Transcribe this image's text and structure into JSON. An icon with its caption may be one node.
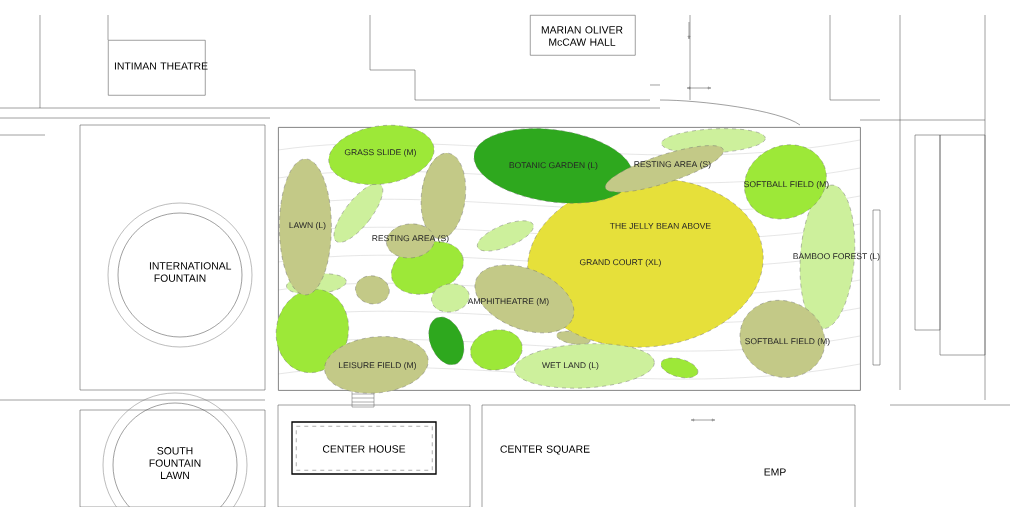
{
  "diagram": {
    "nodes": [
      {
        "text": [],
        "shape": "box"
      },
      {
        "text": [
          "GRASS SLIDE (M)"
        ],
        "in": 0
      },
      {
        "text": [
          "BOTANIC GARDEN (L)"
        ],
        "in": 0
      },
      {
        "text": [],
        "shape": "ellipse",
        "in": 0
      },
      {
        "text": [
          "RESTING AREA (S)"
        ],
        "in": 0
      },
      {
        "text": [
          "SOFTBALL FIELD (M)"
        ],
        "in": 0
      },
      {
        "text": [
          "LAWN (L)"
        ],
        "in": 0
      },
      {
        "text": [],
        "shape": "ellipse",
        "in": 0
      },
      {
        "text": [],
        "shape": "ellipse",
        "in": 0
      },
      {
        "text": [
          "RESTING AREA (S)"
        ],
        "in": 0
      },
      {
        "text": [
          "THE JELLY BEAN ABOVE",
          "GRAND COURT (XL)"
        ],
        "in": 0
      },
      {
        "text": [
          "BAMBOO FOREST (L)"
        ],
        "in": 0
      },
      {
        "text": [],
        "shape": "ellipse",
        "in": 0
      },
      {
        "text": [],
        "shape": "ellipse",
        "in": 0
      },
      {
        "text": [],
        "shape": "ellipse",
        "in": 0
      },
      {
        "text": [],
        "shape": "ellipse",
        "in": 0
      },
      {
        "text": [],
        "shape": "ellipse",
        "in": 0
      },
      {
        "text": [
          "AMPHITHEATRE (M)"
        ],
        "in": 0
      },
      {
        "text": [],
        "shape": "ellipse",
        "in": 0
      },
      {
        "text": [
          "SOFTBALL FIELD (M)"
        ],
        "in": 0
      },
      {
        "text": [
          "LEISURE FIELD (M)"
        ],
        "in": 0
      },
      {
        "text": [],
        "shape": "ellipse",
        "in": 0
      },
      {
        "text": [],
        "shape": "ellipse",
        "in": 0
      },
      {
        "text": [],
        "shape": "ellipse",
        "in": 0
      },
      {
        "text": [
          "WET LAND (L)"
        ],
        "in": 0
      },
      {
        "text": [],
        "shape": "ellipse",
        "in": 0
      },
      {
        "text": [
          "INTIMAN THEATRE"
        ]
      },
      {
        "text": [
          "MARIAN OLIVER McCAW HALL"
        ]
      },
      {
        "text": [
          "INTERNATIONAL FOUNTAIN"
        ]
      },
      {
        "text": [
          "SOUTH FOUNTAIN LAWN"
        ]
      },
      {
        "text": [
          "CENTER HOUSE"
        ]
      },
      {
        "text": [
          "CENTER SQUARE"
        ]
      },
      {
        "text": [
          "EMP"
        ]
      }
    ],
    "edges": []
  }
}
